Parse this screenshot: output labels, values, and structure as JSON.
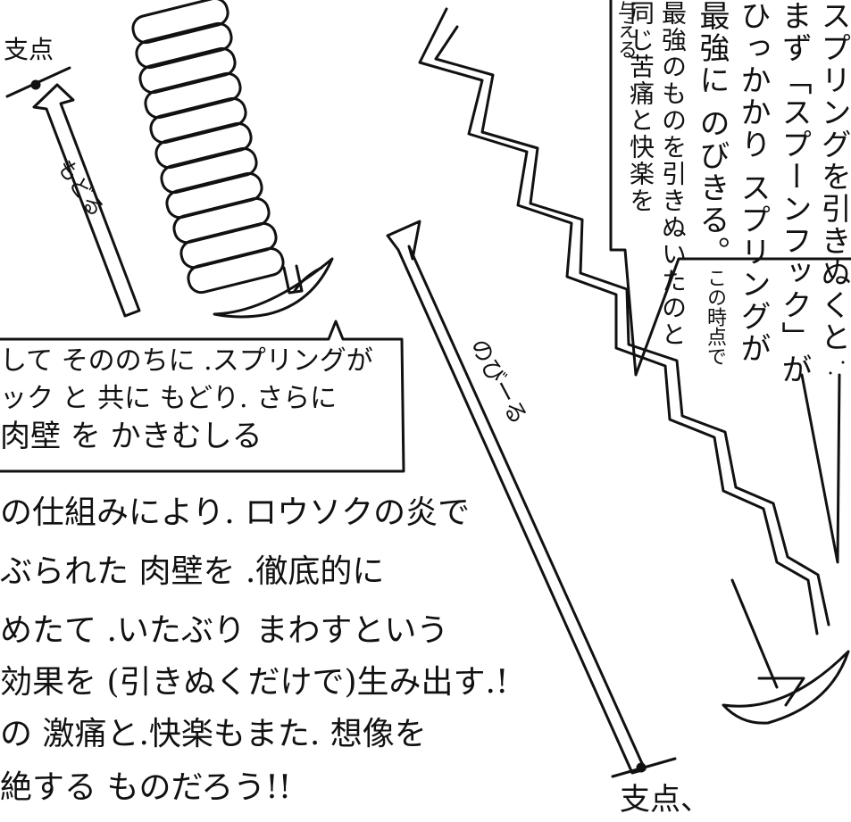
{
  "labels": {
    "fulcrum_top": "支点",
    "fulcrum_bottom": "支点、",
    "returns": "もどる",
    "extends": "のびーる"
  },
  "box_left": {
    "lines": [
      "して そののちに .スプリングが",
      "ック と 共に もどり. さらに",
      "肉壁 を かきむしる"
    ]
  },
  "main_text": {
    "lines": [
      "の仕組みにより.  ロウソクの炎で",
      "ぶられた 肉壁を .徹底的に",
      "めたて .いたぶり まわすという",
      "効果を (引きぬくだけで)生み出す.!",
      "の 激痛と.快楽もまた. 想像を",
      "絶する ものだろう!!"
    ]
  },
  "right_balloon": {
    "columns": [
      "スプリングを引きぬくと",
      "まず「スプーンフック」が",
      "ひっかかり スプリングが",
      "最強に のびきる。",
      "最強のものを引きぬいたのと",
      "同じ苦痛と快楽を",
      "与える"
    ],
    "note": "この時点で"
  }
}
